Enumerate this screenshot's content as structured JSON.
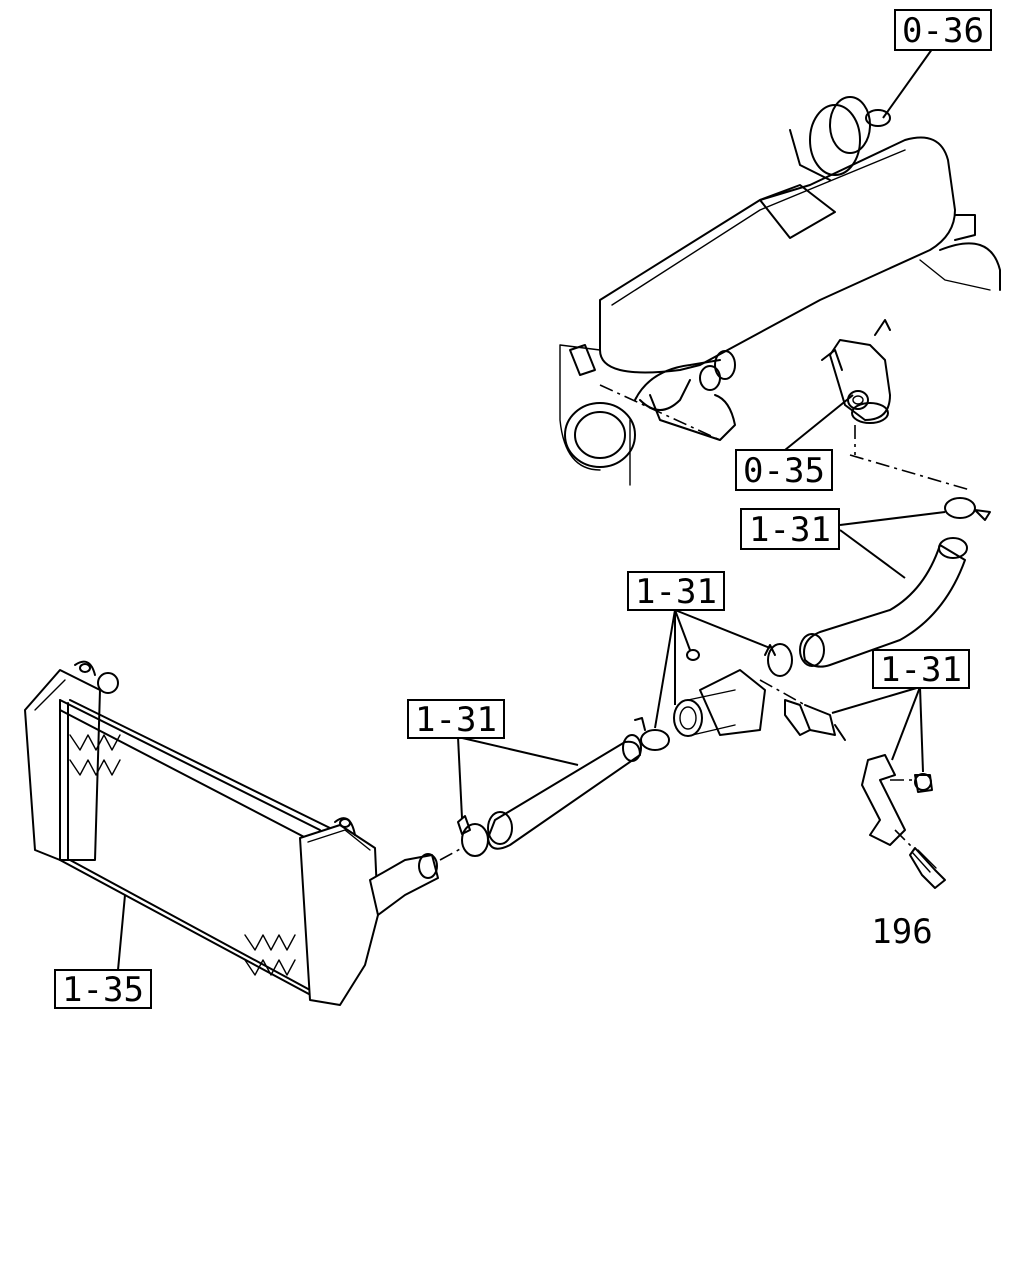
{
  "labels": {
    "ref_0_36": "0-36",
    "ref_0_35": "0-35",
    "ref_1_31_a": "1-31",
    "ref_1_31_b": "1-31",
    "ref_1_31_c": "1-31",
    "ref_1_31_d": "1-31",
    "ref_1_35": "1-35",
    "part_196": "196"
  }
}
